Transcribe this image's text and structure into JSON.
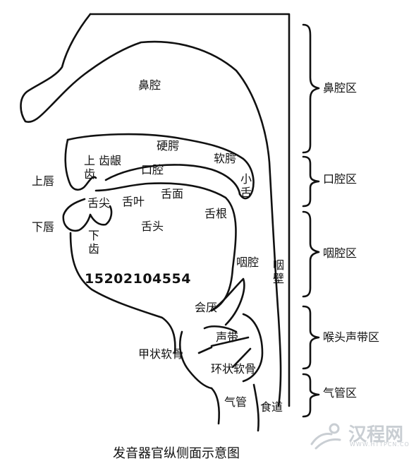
{
  "labels": {
    "nasal_cavity": "鼻腔",
    "hard_palate": "硬腭",
    "soft_palate": "软腭",
    "uvula": "小舌",
    "alveolar_ridge": "齿龈",
    "upper_teeth": "上齿",
    "oral_cavity": "口腔",
    "upper_lip": "上唇",
    "lower_lip": "下唇",
    "tongue_tip": "舌尖",
    "tongue_blade": "舌叶",
    "tongue_surface": "舌面",
    "tongue_root": "舌根",
    "tongue_body": "舌头",
    "lower_teeth": "下齿",
    "pharyngeal_cavity": "咽腔",
    "pharyngeal_wall": "咽壁",
    "epiglottis": "会厌",
    "vocal_cords": "声带",
    "thyroid_cartilage": "甲状软骨",
    "cricoid_cartilage": "环状软骨",
    "trachea": "气管",
    "esophagus": "食道"
  },
  "zones": {
    "nasal": "鼻腔区",
    "oral": "口腔区",
    "pharynx": "咽腔区",
    "larynx": "喉头声带区",
    "trachea": "气管区"
  },
  "phone_number": "15202104554",
  "caption": "发音器官纵侧面示意图",
  "watermark": {
    "text": "汉程网",
    "url": "WWW.HTTPCN.COM"
  },
  "colors": {
    "line": "#111111",
    "watermark": "#c9ced3"
  }
}
